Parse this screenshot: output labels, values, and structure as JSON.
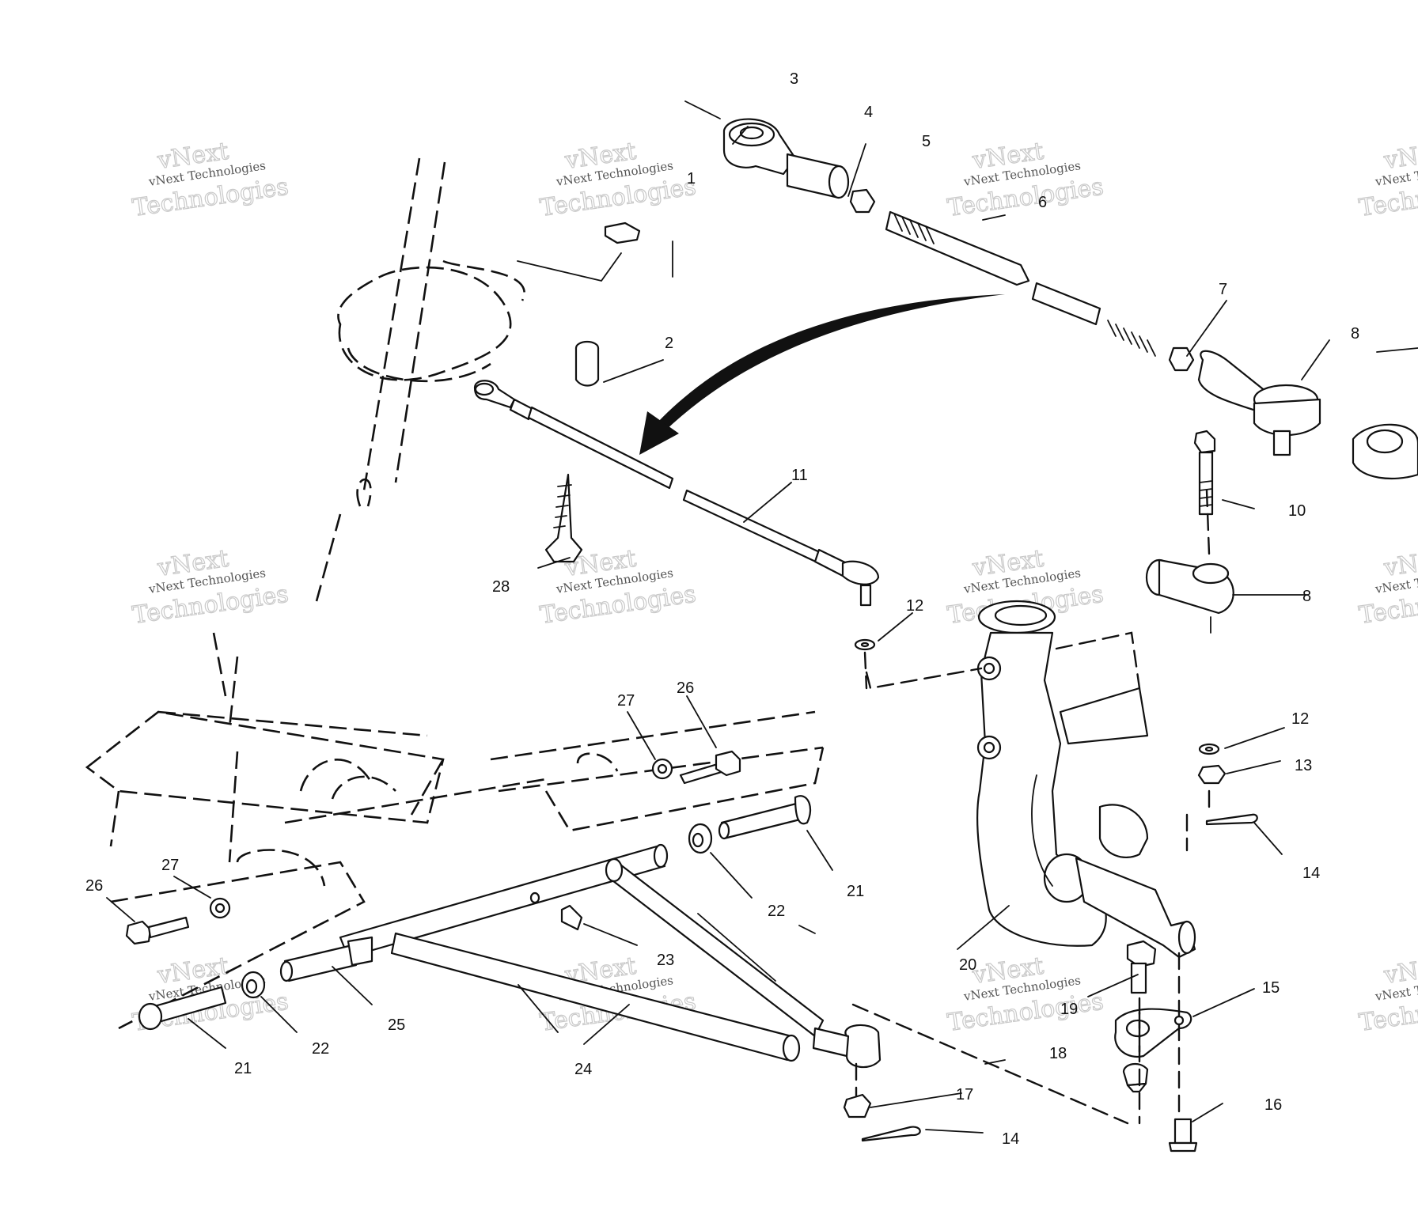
{
  "watermark": {
    "line1": "vNext",
    "line2": "vNext Technologies",
    "line3": "Technologies"
  },
  "callouts": [
    "1",
    "2",
    "3",
    "4",
    "5",
    "6",
    "7",
    "8",
    "8",
    "10",
    "11",
    "12",
    "12",
    "13",
    "14",
    "14",
    "15",
    "16",
    "17",
    "18",
    "19",
    "20",
    "21",
    "21",
    "22",
    "22",
    "23",
    "24",
    "25",
    "26",
    "26",
    "27",
    "27",
    "28"
  ]
}
